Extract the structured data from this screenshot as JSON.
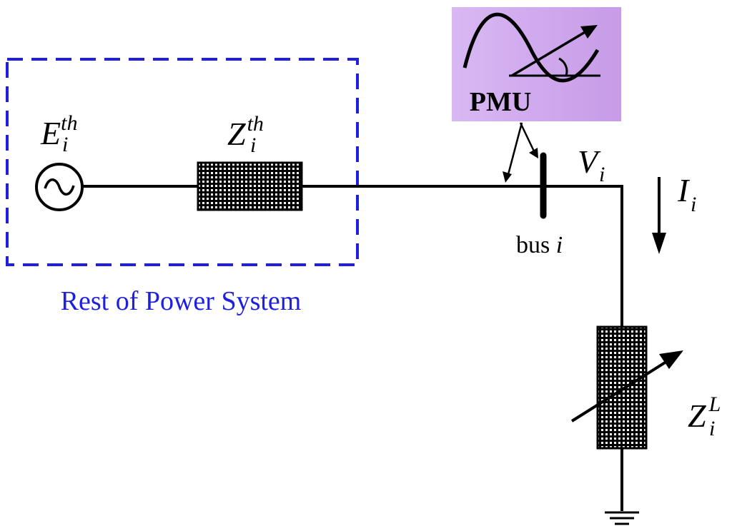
{
  "colors": {
    "line": "#000000",
    "rest_box": "#1f1fe0",
    "pmu_fill": "#d9b8f3",
    "pmu_fill_edge": "#c79be8"
  },
  "labels": {
    "source": {
      "main": "E",
      "sub": "i",
      "sup": "th"
    },
    "thevenin_impedance": {
      "main": "Z",
      "sub": "i",
      "sup": "th"
    },
    "bus_voltage": {
      "main": "V",
      "sub": "i"
    },
    "current": {
      "main": "I",
      "sub": "i"
    },
    "load_impedance": {
      "main": "Z",
      "sub": "i",
      "sup": "L"
    },
    "bus": {
      "prefix": "bus ",
      "index": "i"
    },
    "rest_of_system": "Rest of Power System",
    "pmu": "PMU"
  },
  "icons": {
    "source": "ac-source-icon",
    "resistor": "impedance-block-icon",
    "variable": "variable-arrow-icon",
    "ground": "ground-icon",
    "pmu": "phasor-waveform-icon"
  }
}
